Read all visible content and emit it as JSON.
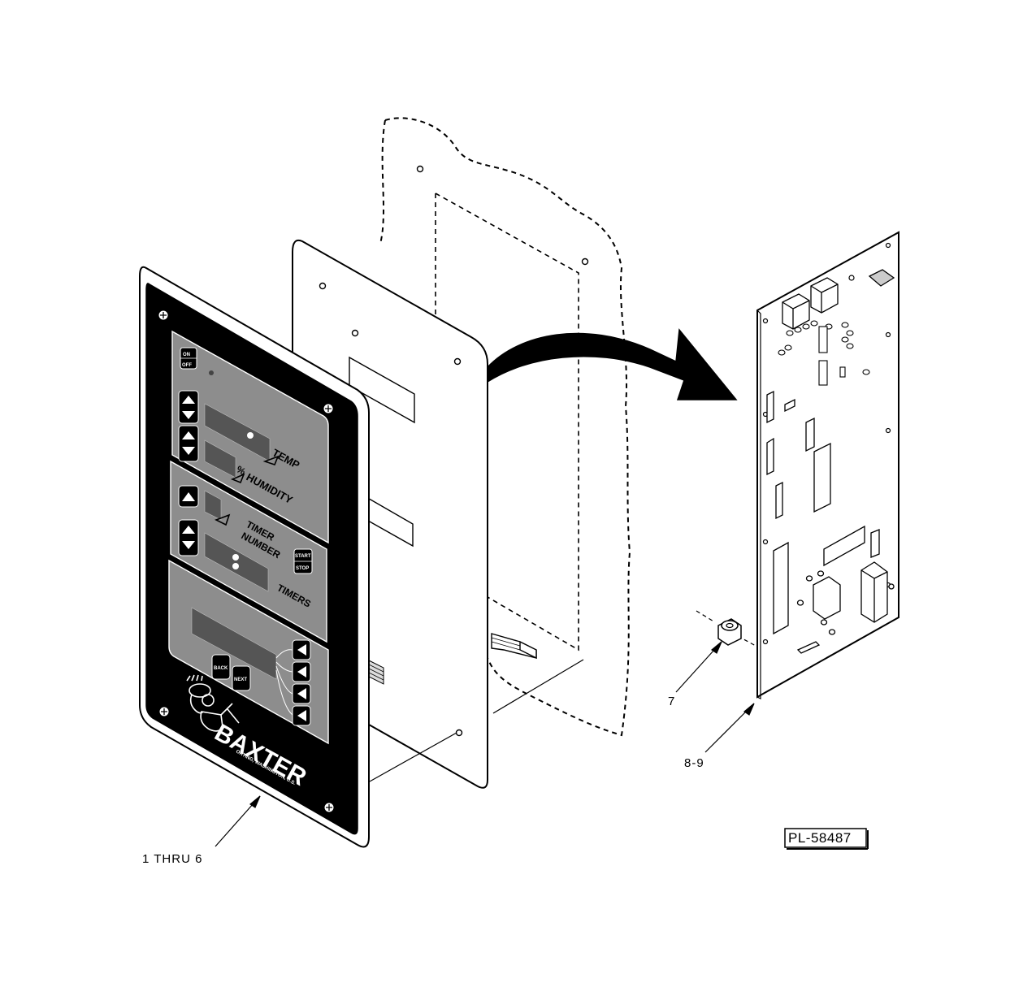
{
  "callouts": {
    "panel_assembly": "1 THRU 6",
    "spacer": "7",
    "circuit_board": "8-9"
  },
  "drawing_number": "PL-58487",
  "panel": {
    "on": "ON",
    "off": "OFF",
    "temp": "TEMP",
    "humidity": "HUMIDITY",
    "percent": "%",
    "timer": "TIMER",
    "number": "NUMBER",
    "start": "START",
    "stop": "STOP",
    "timers": "TIMERS",
    "back": "BACK",
    "next": "NEXT",
    "brand": "BAXTER",
    "city": "ORTING, WASHINGTON, U.S."
  }
}
